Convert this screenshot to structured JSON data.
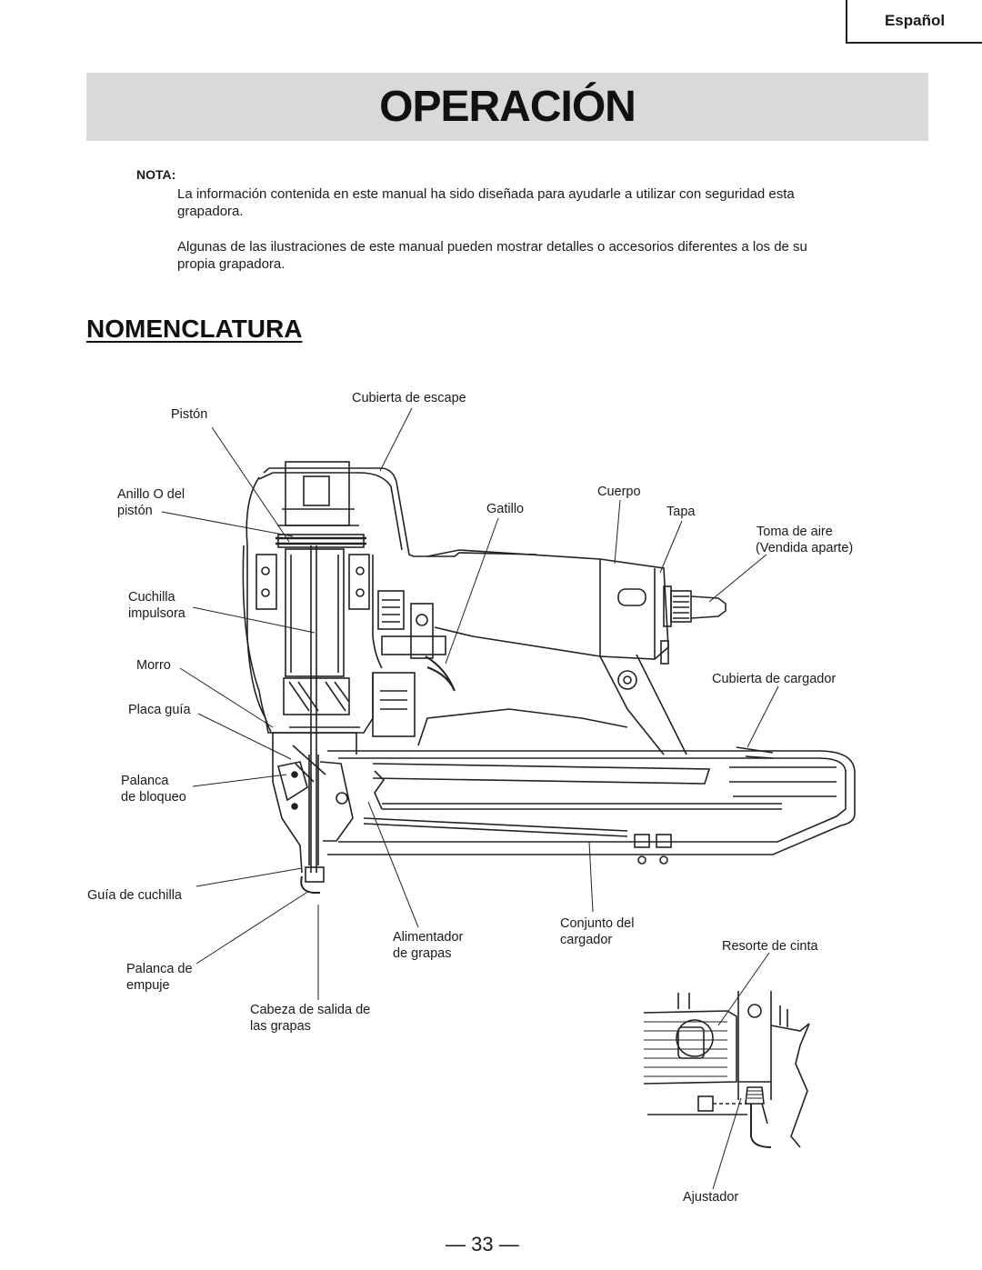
{
  "header": {
    "language_tab": "Español",
    "title": "OPERACIÓN"
  },
  "note": {
    "label": "NOTA:",
    "paragraphs": [
      "La información contenida en este manual ha sido diseñada para ayudarle a utilizar con seguridad esta grapadora.",
      "Algunas de las ilustraciones de este manual pueden mostrar detalles o accesorios diferentes a los de su propia grapadora."
    ]
  },
  "section": {
    "title": "NOMENCLATURA"
  },
  "labels": {
    "piston": "Pistón",
    "exhaust_cover": "Cubierta de escape",
    "piston_oring_1": "Anillo O del",
    "piston_oring_2": "pistón",
    "trigger": "Gatillo",
    "body": "Cuerpo",
    "cap": "Tapa",
    "air_plug_1": "Toma de aire",
    "air_plug_2": "(Vendida aparte)",
    "driver_blade_1": "Cuchilla",
    "driver_blade_2": "impulsora",
    "nose": "Morro",
    "magazine_cover": "Cubierta de cargador",
    "guide_plate": "Placa guía",
    "lock_lever_1": "Palanca",
    "lock_lever_2": "de bloqueo",
    "blade_guide": "Guía de cuchilla",
    "feeder_1": "Alimentador",
    "feeder_2": "de grapas",
    "magazine_assy_1": "Conjunto del",
    "magazine_assy_2": "cargador",
    "tape_spring": "Resorte de cinta",
    "push_lever_1": "Palanca de",
    "push_lever_2": "empuje",
    "staple_outlet_1": "Cabeza de salida de",
    "staple_outlet_2": "las grapas",
    "adjuster": "Ajustador"
  },
  "footer": {
    "page": "— 33 —"
  }
}
